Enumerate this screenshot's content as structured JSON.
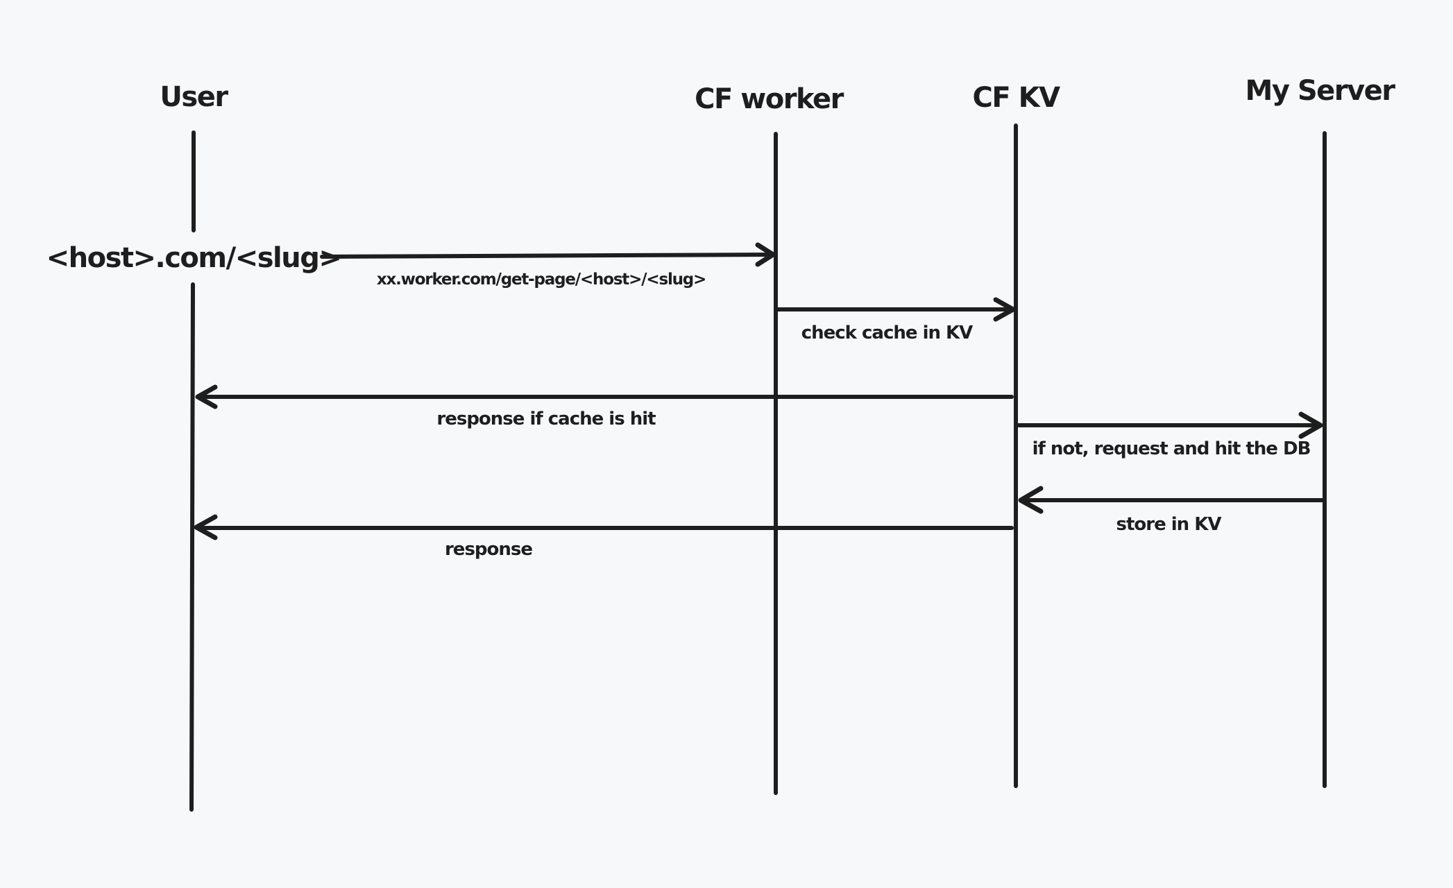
{
  "diagram": {
    "type": "sequence-diagram",
    "actors": [
      {
        "id": "user",
        "label": "User"
      },
      {
        "id": "cf_worker",
        "label": "CF worker"
      },
      {
        "id": "cf_kv",
        "label": "CF KV"
      },
      {
        "id": "server",
        "label": "My Server"
      }
    ],
    "user_entry_label": "<host>.com/<slug>",
    "messages": [
      {
        "from": "user",
        "to": "cf_worker",
        "label": "xx.worker.com/get-page/<host>/<slug>"
      },
      {
        "from": "cf_worker",
        "to": "cf_kv",
        "label": "check cache in KV"
      },
      {
        "from": "cf_kv",
        "to": "user",
        "label": "response if cache is hit"
      },
      {
        "from": "cf_kv",
        "to": "server",
        "label": "if not, request and hit the DB"
      },
      {
        "from": "server",
        "to": "cf_kv",
        "label": "store in KV"
      },
      {
        "from": "cf_kv",
        "to": "user",
        "label": "response"
      }
    ]
  },
  "colors": {
    "background": "#f7f8fa",
    "stroke": "#1e1e1e"
  }
}
